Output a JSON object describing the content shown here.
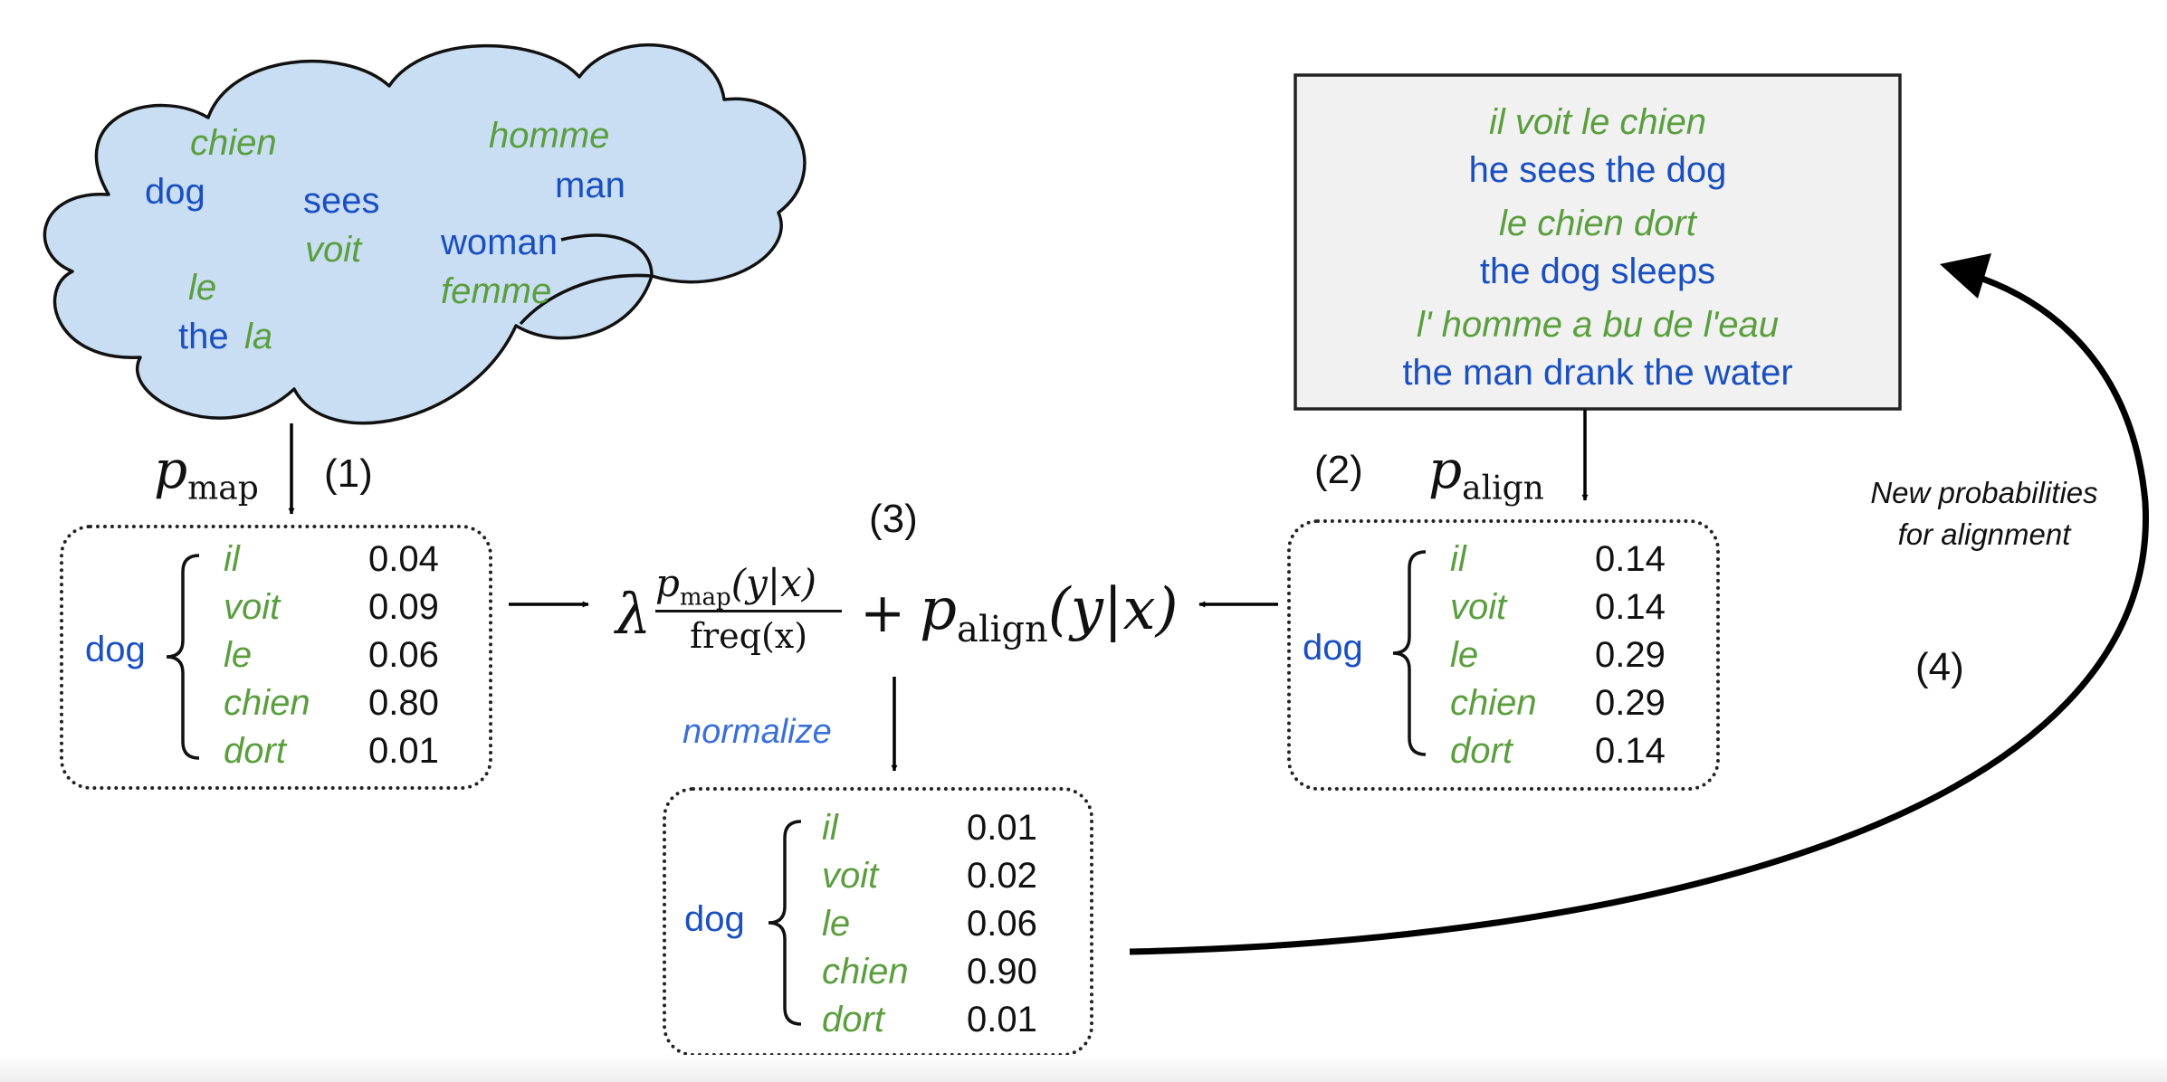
{
  "cloud": {
    "words": [
      {
        "text": "chien",
        "lang": "fr"
      },
      {
        "text": "dog",
        "lang": "en"
      },
      {
        "text": "sees",
        "lang": "en"
      },
      {
        "text": "voit",
        "lang": "fr"
      },
      {
        "text": "homme",
        "lang": "fr"
      },
      {
        "text": "man",
        "lang": "en"
      },
      {
        "text": "woman",
        "lang": "en"
      },
      {
        "text": "femme",
        "lang": "fr"
      },
      {
        "text": "le",
        "lang": "fr"
      },
      {
        "text": "the",
        "lang": "en"
      },
      {
        "text": "la",
        "lang": "fr"
      }
    ]
  },
  "corpus": {
    "lines": [
      {
        "text": "il voit le chien",
        "lang": "fr"
      },
      {
        "text": "he sees the dog",
        "lang": "en"
      },
      {
        "text": "le chien dort",
        "lang": "fr"
      },
      {
        "text": "the dog sleeps",
        "lang": "en"
      },
      {
        "text": "l' homme a bu de l'eau",
        "lang": "fr"
      },
      {
        "text": "the man drank the water",
        "lang": "en"
      }
    ]
  },
  "steps": {
    "one": "(1)",
    "two": "(2)",
    "three": "(3)",
    "four": "(4)"
  },
  "labels": {
    "p_map": {
      "base": "p",
      "sub": "map"
    },
    "p_align": {
      "base": "p",
      "sub": "align"
    },
    "normalize": "normalize",
    "new_prob_line1": "New probabilities",
    "new_prob_line2": "for alignment"
  },
  "formula": {
    "lambda": "λ",
    "numerator_p": "p",
    "numerator_sub": "map",
    "numerator_args": "(y|x)",
    "denominator": "freq(x)",
    "plus": "+",
    "right_p": "p",
    "right_sub": "align",
    "right_args": "(y|x)"
  },
  "tables": {
    "map": {
      "source": "dog",
      "rows": [
        {
          "word": "il",
          "prob": "0.04"
        },
        {
          "word": "voit",
          "prob": "0.09"
        },
        {
          "word": "le",
          "prob": "0.06"
        },
        {
          "word": "chien",
          "prob": "0.80"
        },
        {
          "word": "dort",
          "prob": "0.01"
        }
      ]
    },
    "align": {
      "source": "dog",
      "rows": [
        {
          "word": "il",
          "prob": "0.14"
        },
        {
          "word": "voit",
          "prob": "0.14"
        },
        {
          "word": "le",
          "prob": "0.29"
        },
        {
          "word": "chien",
          "prob": "0.29"
        },
        {
          "word": "dort",
          "prob": "0.14"
        }
      ]
    },
    "normalized": {
      "source": "dog",
      "rows": [
        {
          "word": "il",
          "prob": "0.01"
        },
        {
          "word": "voit",
          "prob": "0.02"
        },
        {
          "word": "le",
          "prob": "0.06"
        },
        {
          "word": "chien",
          "prob": "0.90"
        },
        {
          "word": "dort",
          "prob": "0.01"
        }
      ]
    }
  },
  "colors": {
    "french": "#5a9e3e",
    "english": "#1a4fc2",
    "normalize": "#3a6fd8",
    "cloud_fill": "#c9def2",
    "corpus_fill": "#f1f1f1"
  }
}
